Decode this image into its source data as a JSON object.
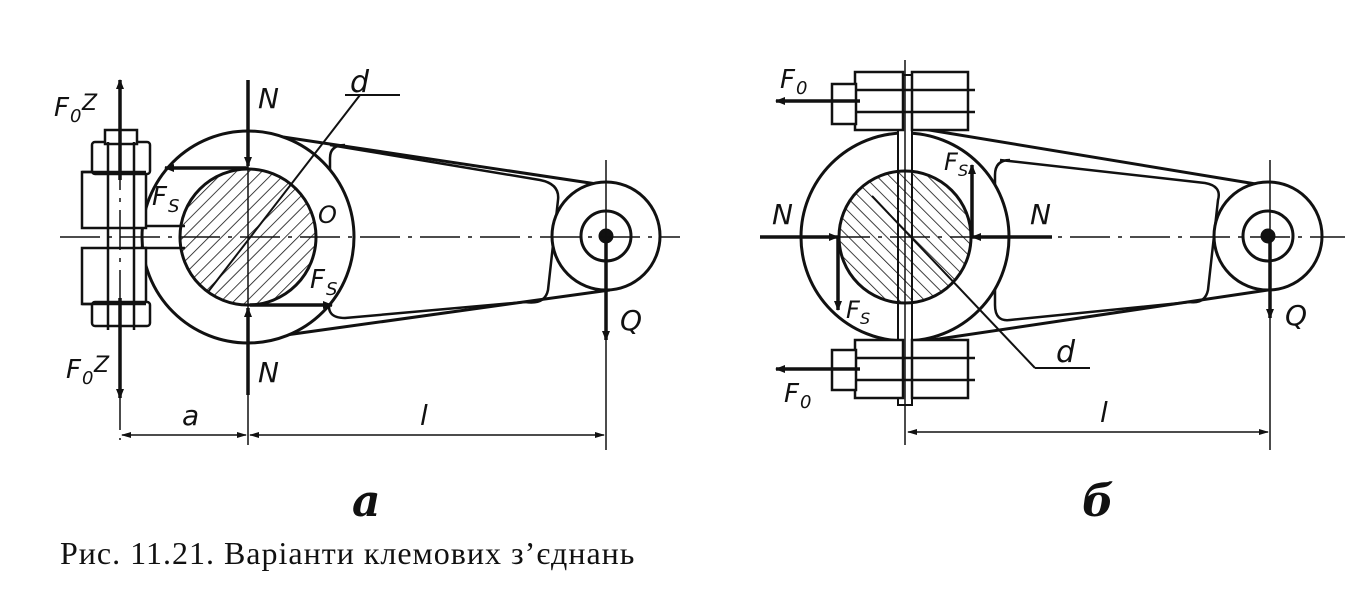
{
  "figure": {
    "caption": "Рис. 11.21. Варіанти клемових з’єднань",
    "panel_a": {
      "letter": "a",
      "labels": {
        "N_top": "N",
        "N_bottom": "N",
        "d": "d",
        "O": "O",
        "Fs_left": "F",
        "Fs_left_sub": "S",
        "Fs_right": "F",
        "Fs_right_sub": "S",
        "F0z_top": "F",
        "F0z_top_sub": "0",
        "F0z_top_z": "Z",
        "F0z_bottom": "F",
        "F0z_bottom_sub": "0",
        "F0z_bottom_z": "Z",
        "Q": "Q",
        "a": "a",
        "l": "l"
      }
    },
    "panel_b": {
      "letter": "б",
      "labels": {
        "F0_top": "F",
        "F0_top_sub": "0",
        "F0_bottom": "F",
        "F0_bottom_sub": "0",
        "N_left": "N",
        "N_right": "N",
        "Fs_top": "F",
        "Fs_top_sub": "S",
        "Fs_bottom": "F",
        "Fs_bottom_sub": "S",
        "d": "d",
        "Q": "Q",
        "l": "l"
      }
    }
  }
}
